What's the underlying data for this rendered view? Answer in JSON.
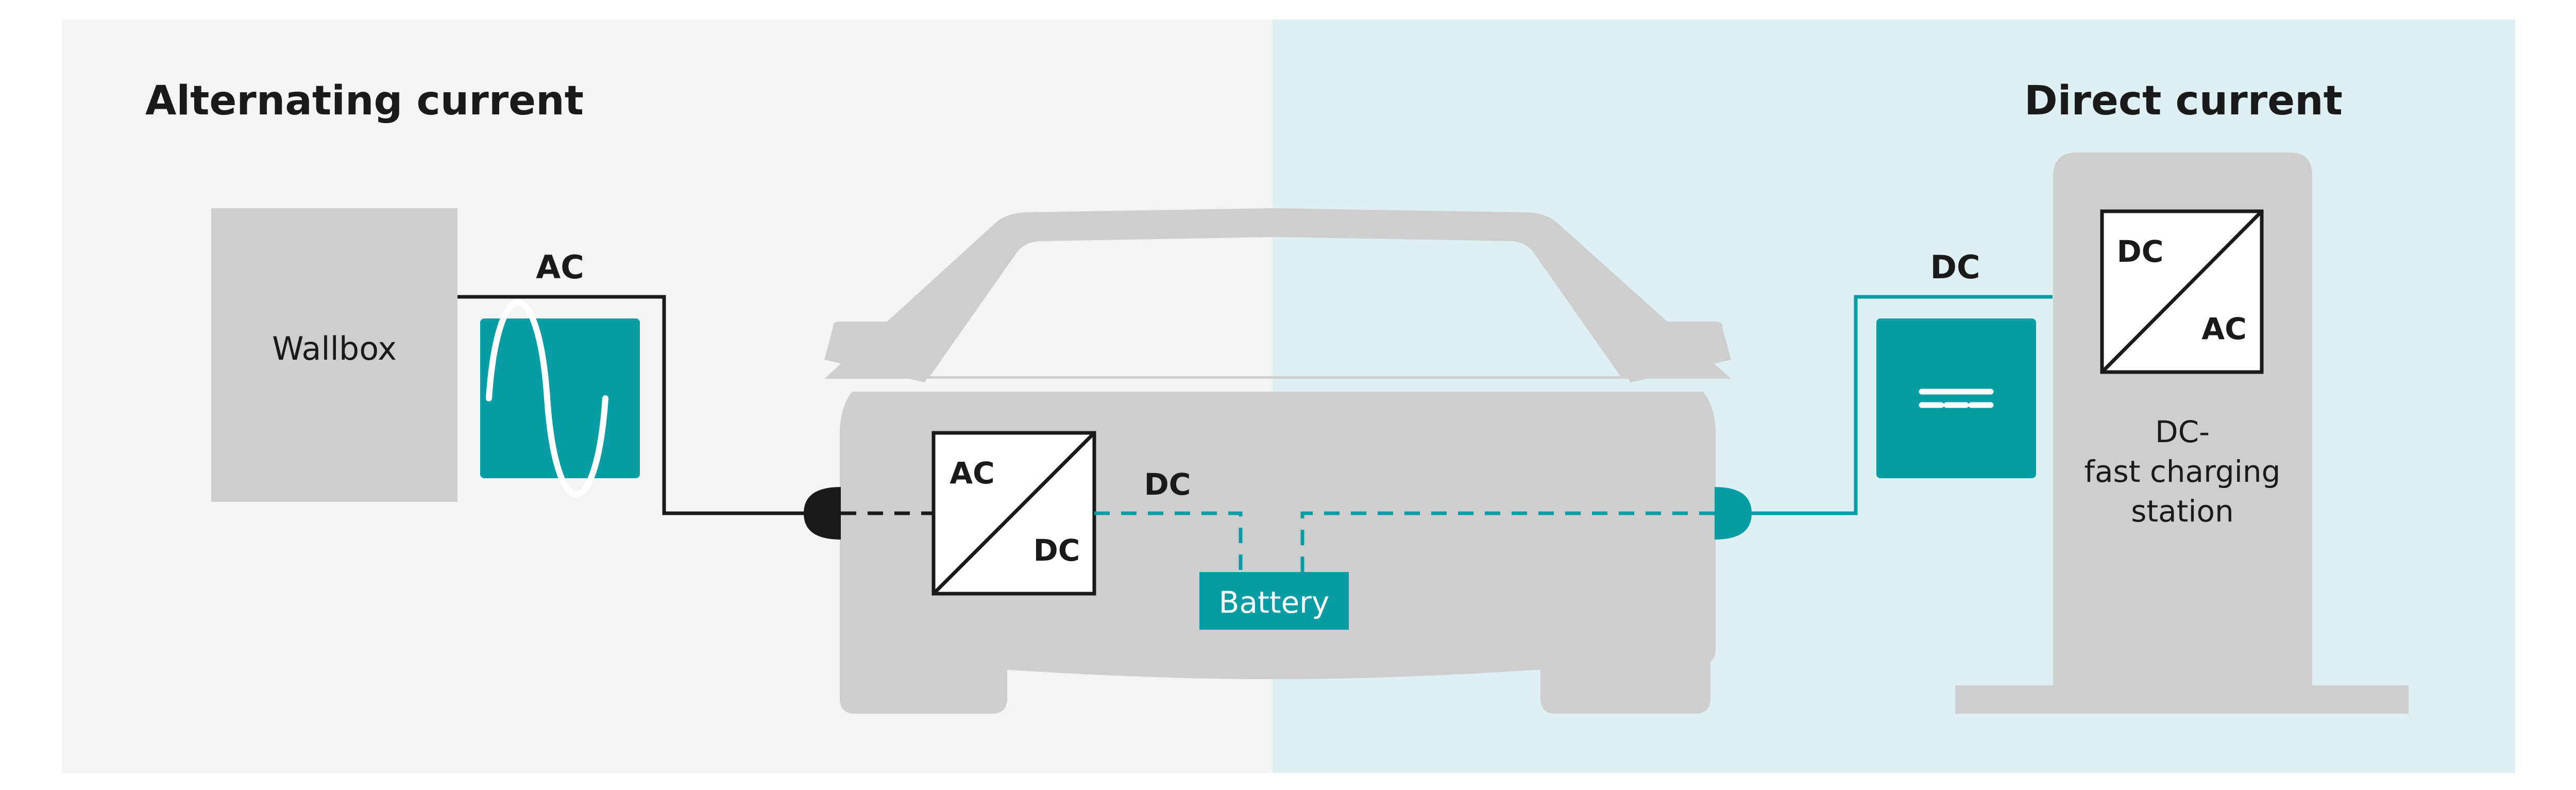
{
  "sections": {
    "left_title": "Alternating current",
    "right_title": "Direct current"
  },
  "wallbox": {
    "label": "Wallbox"
  },
  "ac_line_label": "AC",
  "car": {
    "converter": {
      "input_label": "AC",
      "output_label": "DC"
    },
    "dc_label": "DC",
    "battery_label": "Battery"
  },
  "dc_line_label": "DC",
  "station": {
    "converter": {
      "input_label": "DC",
      "output_label": "AC"
    },
    "label_line1": "DC-",
    "label_line2": "fast charging",
    "label_line3": "station"
  },
  "icons": {
    "ac_symbol": "sine-wave-icon",
    "dc_symbol": "direct-current-icon"
  },
  "colors": {
    "left_background": "#f4f4f4",
    "right_background": "#dff0f3",
    "teal": "#069ea4",
    "gray_shape": "#cecece",
    "dark": "#1a1a1a"
  }
}
